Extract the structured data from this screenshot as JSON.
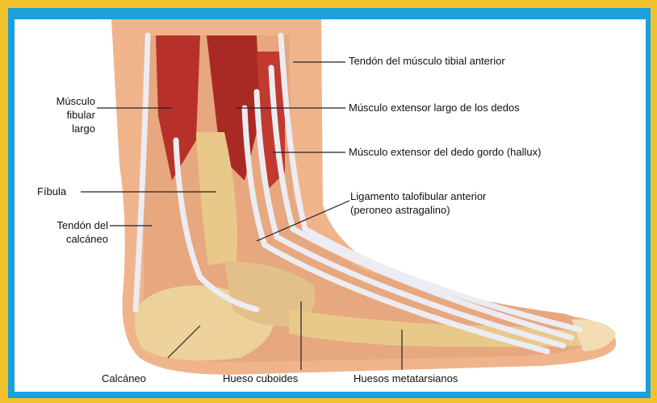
{
  "labels": {
    "tibial_anterior": "Tendón del músculo tibial anterior",
    "extensor_largo": "Músculo extensor largo de los dedos",
    "extensor_gordo": "Músculo extensor del dedo gordo (hallux)",
    "ligamento_1": "Ligamento talofibular anterior",
    "ligamento_2": "(peroneo astragalino)",
    "fibular_1": "Músculo",
    "fibular_2": "fibular",
    "fibular_3": "largo",
    "fibula": "Fíbula",
    "calcaneo_tendon_1": "Tendón del",
    "calcaneo_tendon_2": "calcáneo",
    "calcaneo": "Calcáneo",
    "cuboides": "Hueso cuboides",
    "metatarsianos": "Huesos metatarsianos"
  },
  "colors": {
    "skin": "#f0b48c",
    "muscle": "#b8302a",
    "tendon": "#e8e8ee",
    "bone": "#e8c98a",
    "border_blue": "#1aa0dc",
    "outer_yellow": "#f2c12e"
  }
}
